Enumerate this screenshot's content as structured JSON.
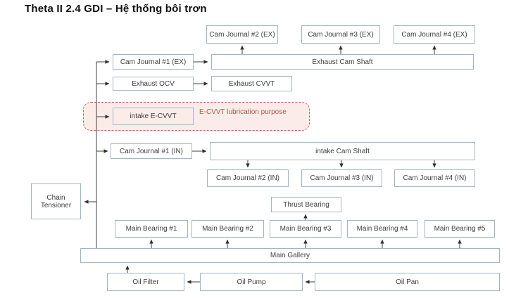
{
  "title": "Theta II 2.4 GDI – Hệ thống bôi trơn",
  "nodes": {
    "cam_journal_2_ex": "Cam Journal #2 (EX)",
    "cam_journal_3_ex": "Cam Journal #3 (EX)",
    "cam_journal_4_ex": "Cam Journal #4 (EX)",
    "cam_journal_1_ex": "Cam Journal #1 (EX)",
    "exhaust_cam_shaft": "Exhaust Cam Shaft",
    "exhaust_ocv": "Exhaust OCV",
    "exhaust_cvvt": "Exhaust CVVT",
    "intake_e_cvvt": "intake E-CVVT",
    "cam_journal_1_in": "Cam Journal #1 (IN)",
    "intake_cam_shaft": "intake Cam Shaft",
    "cam_journal_2_in": "Cam Journal #2 (IN)",
    "cam_journal_3_in": "Cam Journal #3 (IN)",
    "cam_journal_4_in": "Cam Journal #4 (IN)",
    "chain_tensioner": "Chain Tensioner",
    "thrust_bearing": "Thrust Bearing",
    "main_bearing_1": "Main Bearing #1",
    "main_bearing_2": "Main Bearing #2",
    "main_bearing_3": "Main Bearing #3",
    "main_bearing_4": "Main Bearing #4",
    "main_bearing_5": "Main Bearing #5",
    "main_gallery": "Main Gallery",
    "oil_filter": "Oil Filter",
    "oil_pump": "Oil Pump",
    "oil_pan": "Oil Pan"
  },
  "annotation": {
    "e_cvvt_note": "E-CVVT lubrication purpose"
  },
  "colors": {
    "box_border": "#a2b5c7",
    "box_text": "#3f3f3f",
    "highlight_border": "#c4635d",
    "highlight_fill": "#fbecea",
    "annotation_text": "#c0504d",
    "line": "#3f3f3f"
  }
}
